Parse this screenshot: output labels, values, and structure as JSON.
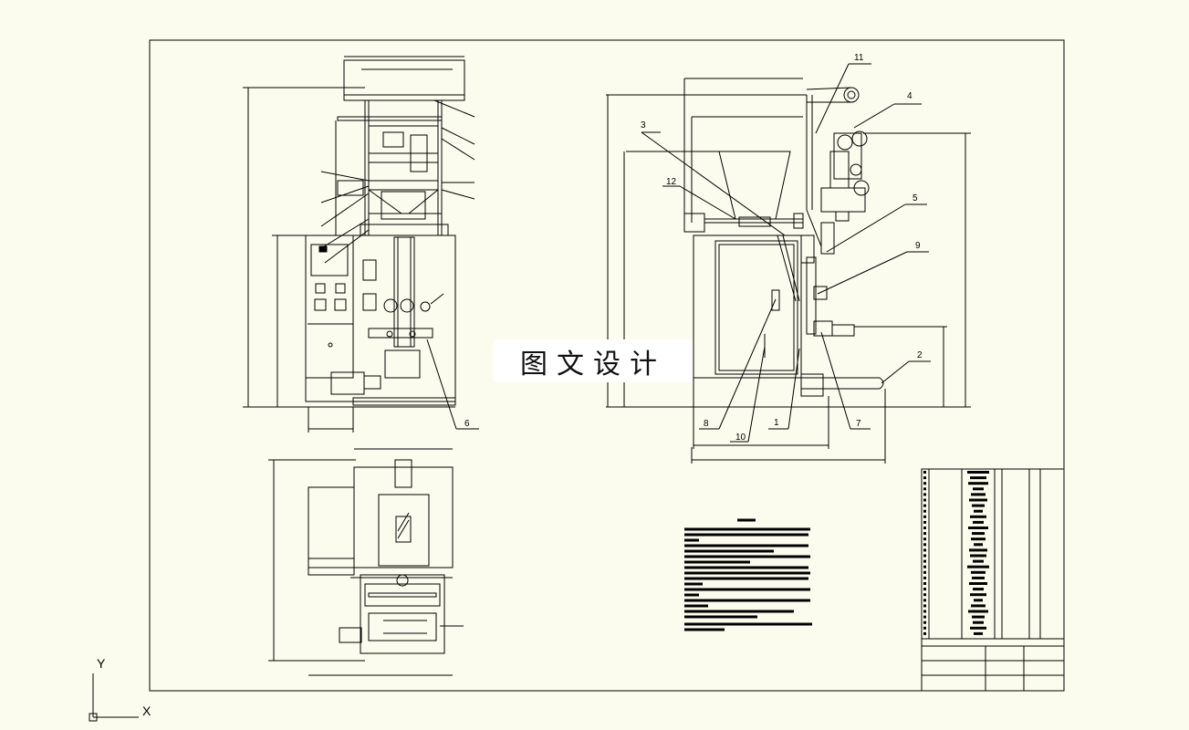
{
  "watermark": "图文设计",
  "part_labels": [
    "1",
    "2",
    "3",
    "4",
    "5",
    "6",
    "7",
    "8",
    "9",
    "10",
    "11",
    "12"
  ],
  "axis_labels": {
    "y": "Y",
    "x": "X"
  },
  "colors": {
    "background": "#fcfcee",
    "line": "#000000"
  }
}
